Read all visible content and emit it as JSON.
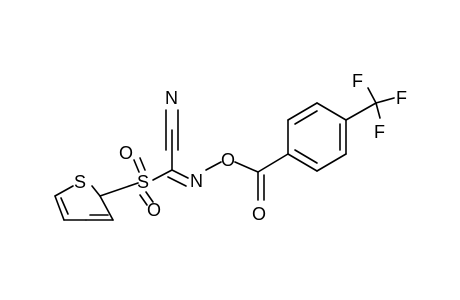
{
  "molecule": {
    "atoms": {
      "S_thio": "S",
      "S_sulfonyl": "S",
      "O_sulfonyl_top": "O",
      "O_sulfonyl_bottom": "O",
      "N_nitrile": "N",
      "N_oxime": "N",
      "O_ester": "O",
      "O_carbonyl": "O",
      "F_1": "F",
      "F_2": "F",
      "F_3": "F"
    }
  }
}
